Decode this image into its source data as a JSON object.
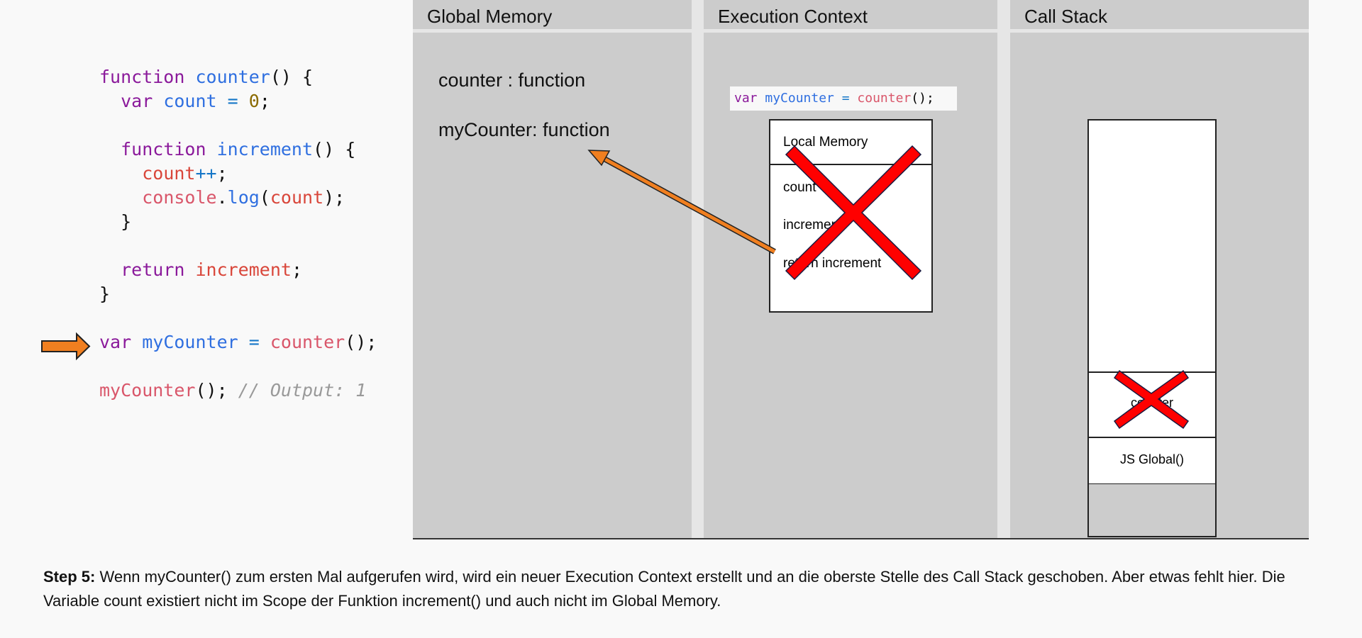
{
  "code": {
    "lines": [
      [
        [
          "kw",
          "function "
        ],
        [
          "fn",
          "counter"
        ],
        [
          "",
          "() {"
        ]
      ],
      [
        [
          "",
          "  "
        ],
        [
          "kw",
          "var "
        ],
        [
          "fn",
          "count "
        ],
        [
          "op",
          "= "
        ],
        [
          "num",
          "0"
        ],
        [
          "",
          ";"
        ]
      ],
      [],
      [
        [
          "",
          "  "
        ],
        [
          "kw",
          "function "
        ],
        [
          "fn",
          "increment"
        ],
        [
          "",
          "() {"
        ]
      ],
      [
        [
          "",
          "    "
        ],
        [
          "id",
          "count"
        ],
        [
          "op",
          "++"
        ],
        [
          "",
          ";"
        ]
      ],
      [
        [
          "",
          "    "
        ],
        [
          "pk",
          "console"
        ],
        [
          "",
          "."
        ],
        [
          "fn",
          "log"
        ],
        [
          "",
          "("
        ],
        [
          "id",
          "count"
        ],
        [
          "",
          ");"
        ]
      ],
      [
        [
          "",
          "  }"
        ]
      ],
      [],
      [
        [
          "",
          "  "
        ],
        [
          "kw",
          "return "
        ],
        [
          "id",
          "increment"
        ],
        [
          "",
          ";"
        ]
      ],
      [
        [
          "",
          "}"
        ]
      ],
      [],
      [
        [
          "kw",
          "var "
        ],
        [
          "fn",
          "myCounter "
        ],
        [
          "op",
          "= "
        ],
        [
          "pk",
          "counter"
        ],
        [
          "",
          "();"
        ]
      ],
      [],
      [
        [
          "pk",
          "myCounter"
        ],
        [
          "",
          "(); "
        ],
        [
          "cm",
          "// Output: 1"
        ]
      ]
    ],
    "current_line_marker": "arrow-right-icon"
  },
  "global_memory": {
    "title": "Global Memory",
    "entries": [
      "counter : function",
      "myCounter: function"
    ]
  },
  "execution_context": {
    "title": "Execution Context",
    "statement": [
      [
        "kw",
        "var "
      ],
      [
        "fn",
        "myCounter "
      ],
      [
        "op",
        "= "
      ],
      [
        "pk",
        "counter"
      ],
      [
        "",
        "();"
      ]
    ],
    "local_memory": {
      "title": "Local Memory",
      "entries": [
        "count",
        "increment",
        "return increment"
      ],
      "crossed_out": true
    }
  },
  "call_stack": {
    "title": "Call Stack",
    "frames": [
      {
        "label": "counter",
        "crossed_out": true
      },
      {
        "label": "JS Global()"
      }
    ]
  },
  "caption": {
    "step": "Step 5:",
    "text": " Wenn myCounter() zum ersten Mal aufgerufen wird, wird ein neuer Execution Context erstellt und an die oberste Stelle des Call Stack geschoben. Aber etwas fehlt hier. Die Variable count existiert nicht im Scope der Funktion increment() und auch nicht im Global Memory."
  },
  "colors": {
    "panel": "#cccccc",
    "arrow": "#f07f20",
    "cross": "#ff0000"
  }
}
